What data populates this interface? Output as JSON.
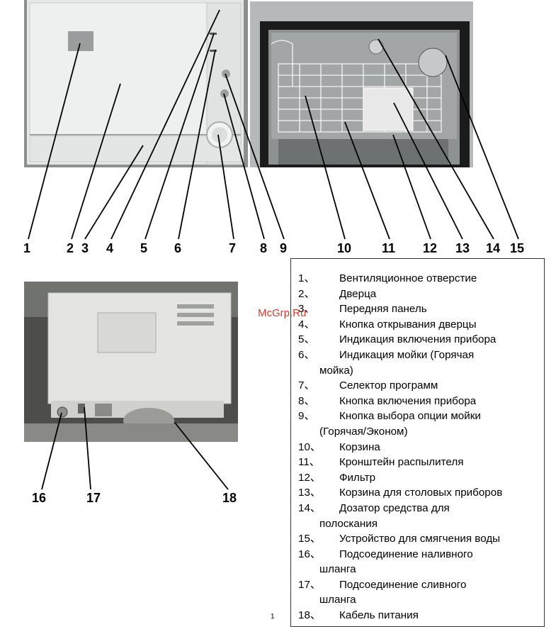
{
  "callout_numbers": [
    "1",
    "2",
    "3",
    "4",
    "5",
    "6",
    "7",
    "8",
    "9",
    "10",
    "11",
    "12",
    "13",
    "14",
    "15",
    "16",
    "17",
    "18"
  ],
  "legend": [
    {
      "index": "1、",
      "text": "Вентиляционное отверстие",
      "cont": ""
    },
    {
      "index": "2、",
      "text": "Дверца",
      "cont": ""
    },
    {
      "index": "3、",
      "text": "Передняя панель",
      "cont": ""
    },
    {
      "index": "4、",
      "text": "Кнопка открывания дверцы",
      "cont": ""
    },
    {
      "index": "5、",
      "text": "Индикация включения прибора",
      "cont": ""
    },
    {
      "index": "6、",
      "text": "Индикация мойки (Горячая",
      "cont": "мойка)"
    },
    {
      "index": "7、",
      "text": "Селектор программ",
      "cont": ""
    },
    {
      "index": "8、",
      "text": "Кнопка включения прибора",
      "cont": ""
    },
    {
      "index": "9、",
      "text": "Кнопка выбора опции мойки",
      "cont": "(Горячая/Эконом)"
    },
    {
      "index": "10、",
      "text": "Корзина",
      "cont": ""
    },
    {
      "index": "11、",
      "text": "Кронштейн распылителя",
      "cont": ""
    },
    {
      "index": "12、",
      "text": "Фильтр",
      "cont": ""
    },
    {
      "index": "13、",
      "text": "Корзина для столовых приборов",
      "cont": ""
    },
    {
      "index": "14、",
      "text": "Дозатор средства для",
      "cont": "полоскания"
    },
    {
      "index": "15、",
      "text": "Устройство для смягчения воды",
      "cont": ""
    },
    {
      "index": "16、",
      "text": "Подсоединение наливного",
      "cont": "шланга"
    },
    {
      "index": "17、",
      "text": "Подсоединение сливного",
      "cont": "шланга"
    },
    {
      "index": "18、",
      "text": "Кабель питания",
      "cont": ""
    }
  ],
  "watermark": "McGrp.Ru",
  "page_number": "1",
  "colors": {
    "line": "#000000",
    "watermark": "#d23a2c",
    "photo_bg": "#cfd2d3"
  }
}
